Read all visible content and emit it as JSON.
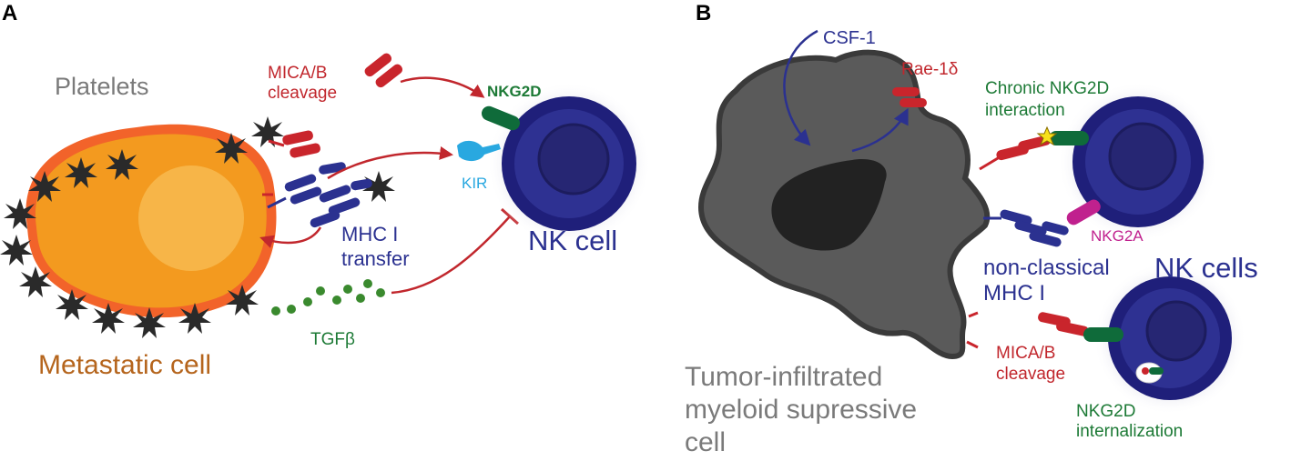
{
  "panel_a": {
    "letter": "A",
    "platelets_label": "Platelets",
    "mica_label_line1": "MICA/B",
    "mica_label_line2": "cleavage",
    "nkg2d_label": "NKG2D",
    "kir_label": "KIR",
    "mhc_label_line1": "MHC I",
    "mhc_label_line2": "transfer",
    "nk_cell_label": "NK cell",
    "tgf_label": "TGFβ",
    "metastatic_label": "Metastatic cell"
  },
  "panel_b": {
    "letter": "B",
    "csf_label": "CSF-1",
    "rae_label": "Rae-1δ",
    "chronic_label_line1": "Chronic NKG2D",
    "chronic_label_line2": "interaction",
    "nkg2a_label": "NKG2A",
    "nonclassical_line1": "non-classical",
    "nonclassical_line2": "MHC I",
    "nk_cells_label": "NK cells",
    "mica_label_line1": "MICA/B",
    "mica_label_line2": "cleavage",
    "internalization_line1": "NKG2D",
    "internalization_line2": "internalization",
    "tumor_line1": "Tumor-infiltrated",
    "tumor_line2": "myeloid supressive",
    "tumor_line3": "cell"
  },
  "colors": {
    "orange_cell": "#f39a1f",
    "orange_rim": "#f2632a",
    "nucleus_light": "#f7b548",
    "platelet": "#2a2a2a",
    "red_arrow": "#c1272d",
    "ligand_red": "#c9252c",
    "mhc_blue": "#2b3190",
    "nk_dark": "#1f1f7a",
    "nk_inner": "#2e3192",
    "nk_nucleus": "#262673",
    "nkg2d_green": "#0f6b3a",
    "kir_blue": "#29a8e0",
    "tgf_green": "#3a8a2e",
    "nkg2a_magenta": "#c0218e",
    "myeloid_gray": "#5a5a5a",
    "myeloid_nucleus": "#2a2a2a",
    "label_gray": "#7a7a7a",
    "label_brown": "#b5651d",
    "label_blue": "#2b3190",
    "label_green": "#1d7a36",
    "label_red": "#c1272d"
  }
}
